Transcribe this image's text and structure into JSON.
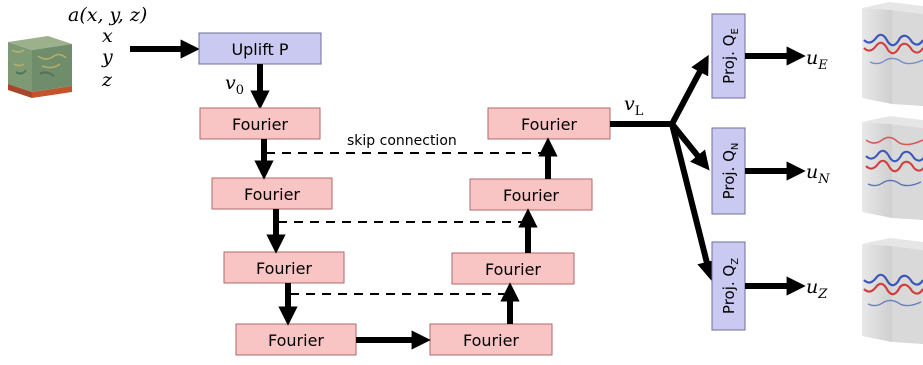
{
  "input": {
    "function_label": "a(x, y, z)",
    "coords": [
      "x",
      "y",
      "z"
    ]
  },
  "uplift_label": "Uplift P",
  "v0_label": "v",
  "v0_sub": "0",
  "vL_label": "v",
  "vL_sub": "L",
  "fourier_label": "Fourier",
  "skip_label": "skip connection",
  "projections": [
    {
      "label": "Proj. Q",
      "sub": "E",
      "output": "u",
      "output_sub": "E"
    },
    {
      "label": "Proj. Q",
      "sub": "N",
      "output": "u",
      "output_sub": "N"
    },
    {
      "label": "Proj. Q",
      "sub": "Z",
      "output": "u",
      "output_sub": "Z"
    }
  ],
  "colors": {
    "uplift_fill": "#c9c9f2",
    "fourier_fill": "#f9c4c4",
    "proj_fill": "#c9c9f2",
    "arrow": "#000000",
    "cube_ground": "#c4532c",
    "cube_green": "#6f8d6a"
  }
}
